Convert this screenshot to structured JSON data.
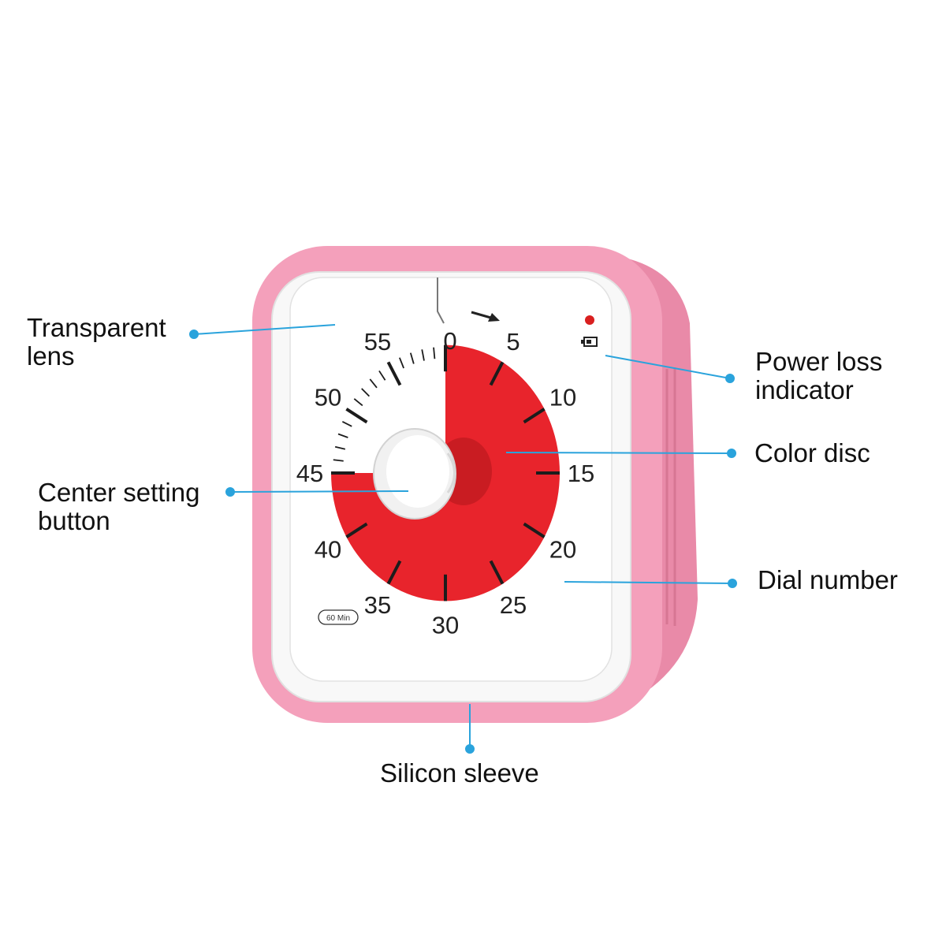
{
  "labels": {
    "transparent_lens": [
      "Transparent",
      "lens"
    ],
    "center_button": [
      "Center setting",
      "button"
    ],
    "power_loss": [
      "Power loss",
      "indicator"
    ],
    "color_disc": "Color disc",
    "dial_number": "Dial number",
    "silicon_sleeve": "Silicon sleeve"
  },
  "dial": {
    "numbers": [
      "0",
      "5",
      "10",
      "15",
      "20",
      "25",
      "30",
      "35",
      "40",
      "45",
      "50",
      "55"
    ],
    "badge": "60 Min",
    "remaining_minutes": 45
  },
  "colors": {
    "sleeve": "#f4a0bb",
    "disc": "#e8242c",
    "leader_line": "#2aa3dc",
    "indicator_led": "#d91f1f"
  },
  "icons": {
    "battery": "battery-icon",
    "knob": "knob-icon"
  }
}
